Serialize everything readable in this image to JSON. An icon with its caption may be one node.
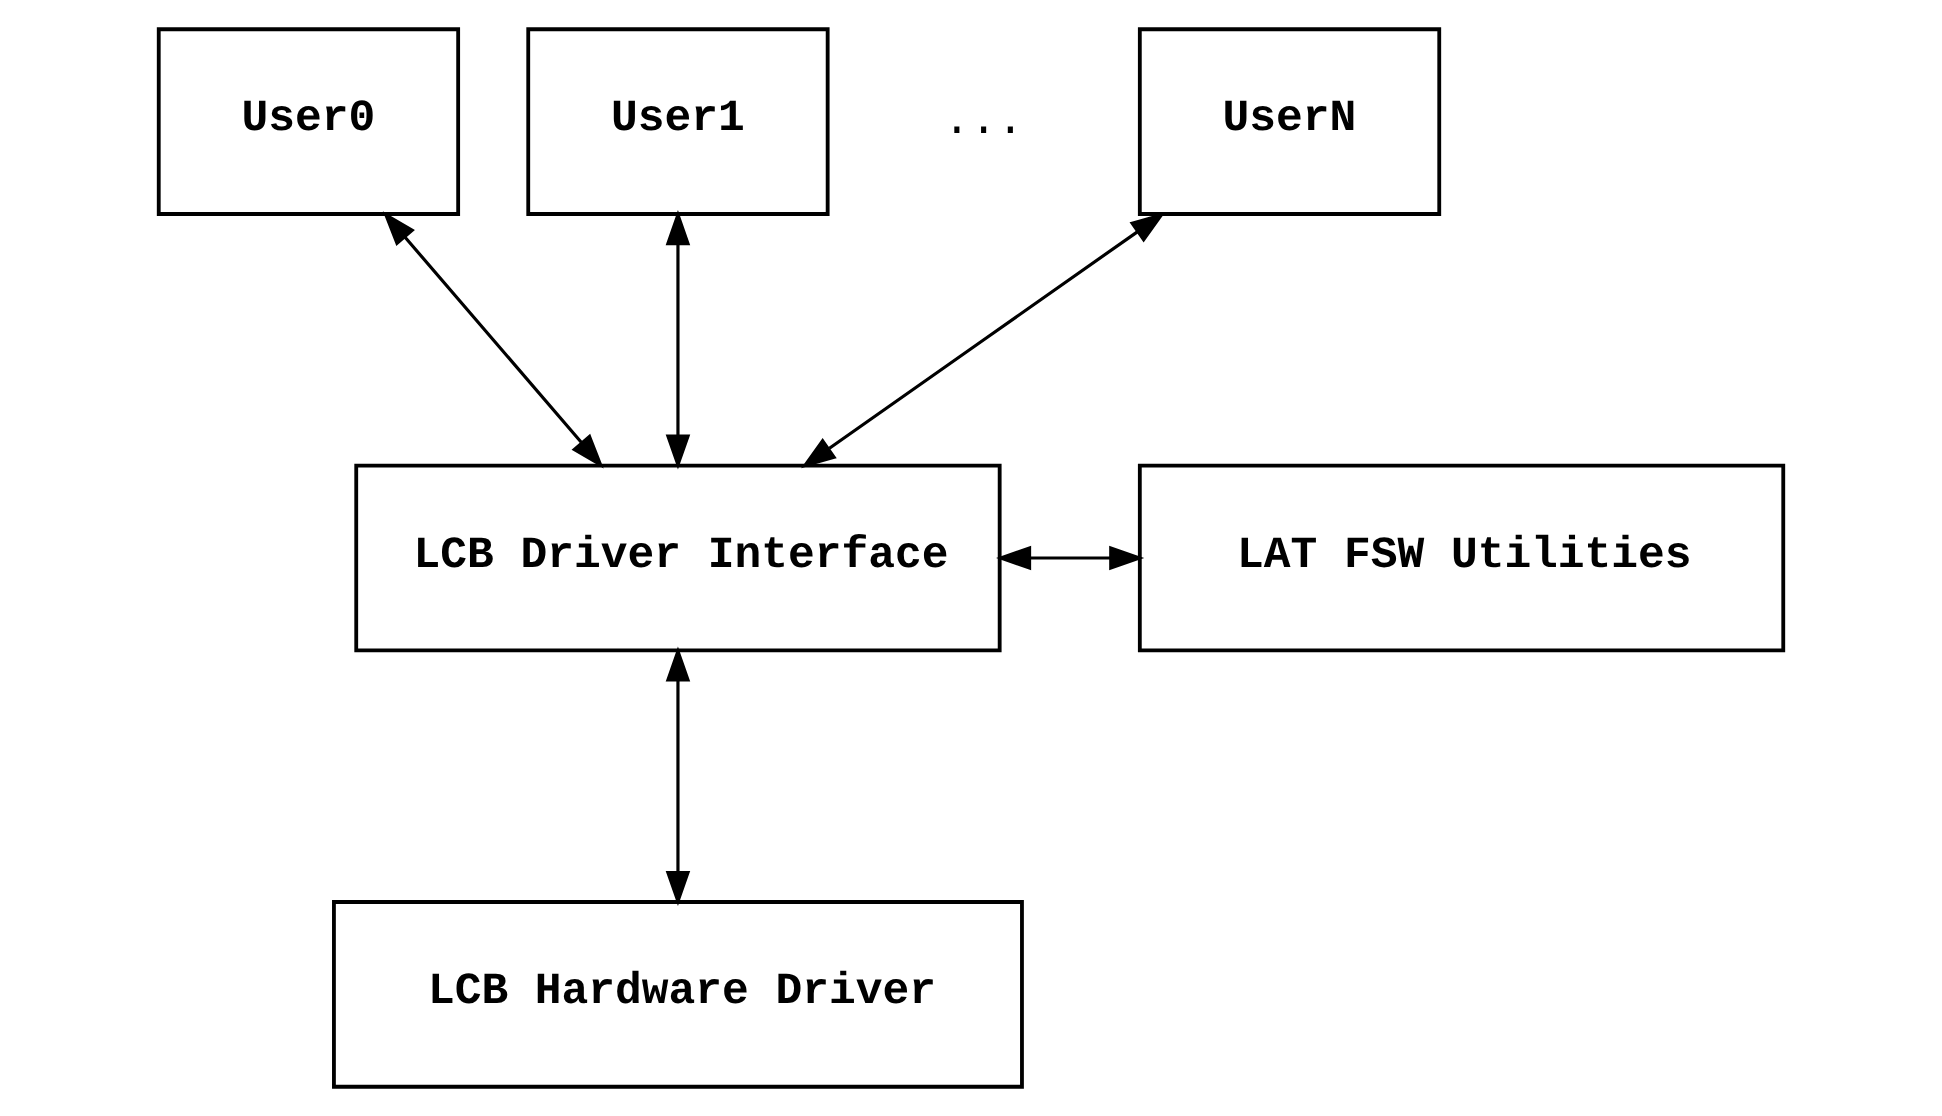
{
  "diagram": {
    "nodes": [
      {
        "text": [
          "User0"
        ]
      },
      {
        "text": [
          "User1"
        ]
      },
      {
        "text": [
          "UserN"
        ]
      },
      {
        "text": [
          "LCB Driver Interface"
        ]
      },
      {
        "text": [
          "LAT FSW Utilities"
        ]
      },
      {
        "text": [
          "LCB Hardware Driver"
        ]
      }
    ],
    "edges": [
      {
        "from": 0,
        "to": 3,
        "arrow": "both"
      },
      {
        "from": 1,
        "to": 3,
        "arrow": "both"
      },
      {
        "from": 2,
        "to": 3,
        "arrow": "both"
      },
      {
        "from": 3,
        "to": 4,
        "arrow": "both"
      },
      {
        "from": 3,
        "to": 5,
        "arrow": "both"
      }
    ],
    "labels": [
      "..."
    ]
  }
}
